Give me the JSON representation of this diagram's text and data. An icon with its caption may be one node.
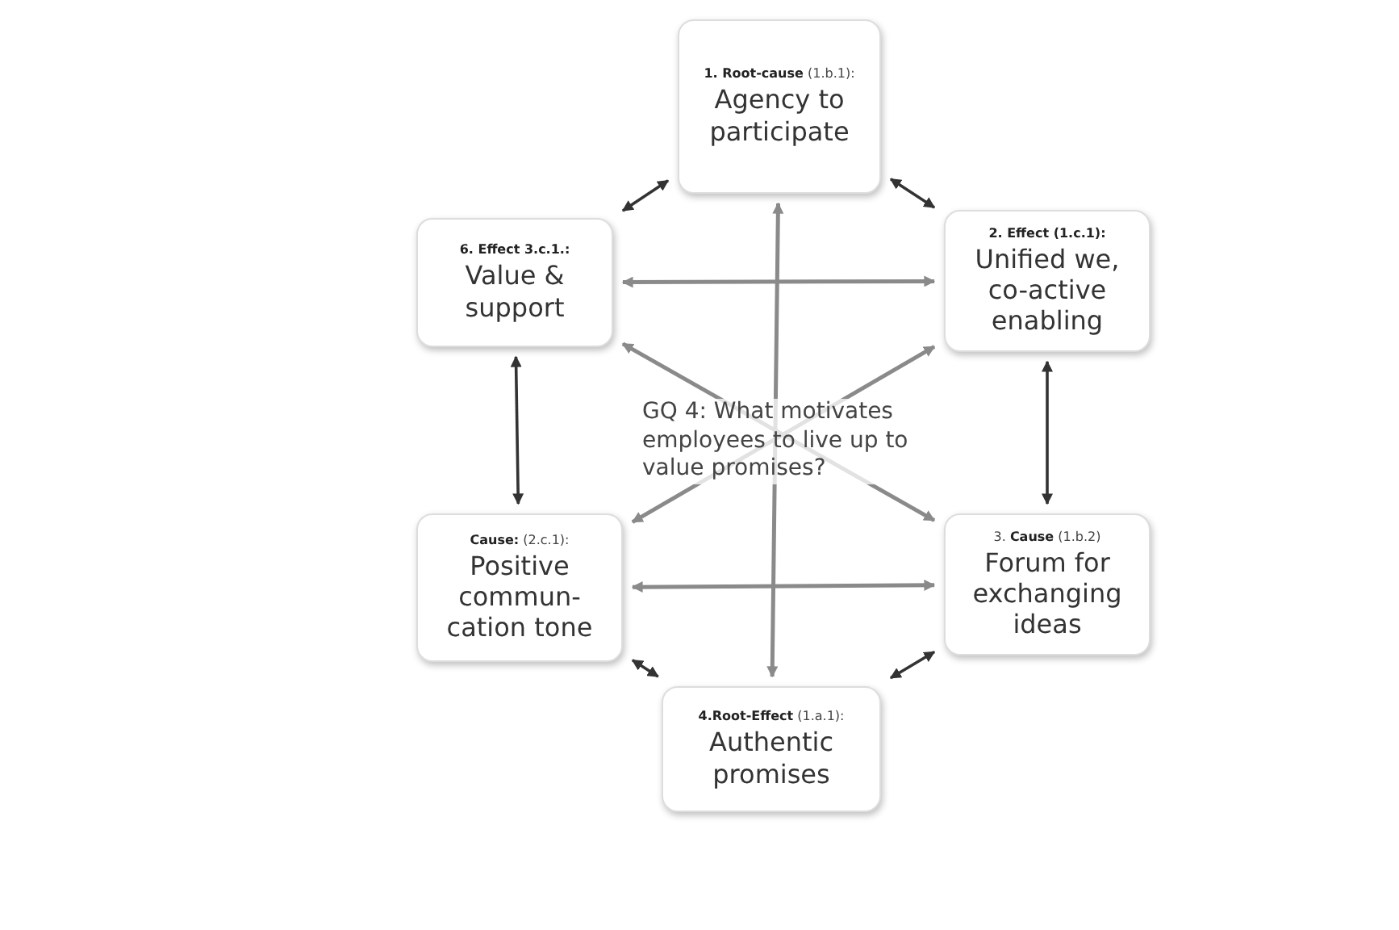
{
  "diagram": {
    "nodes": [
      {
        "text": [
          "**1. Root-cause** (1.b.1):",
          "Agency to participate"
        ]
      },
      {
        "text": [
          "**2. Effect (1.c.1):**",
          "Unified we, co-active enabling"
        ]
      },
      {
        "text": [
          "3. **Cause** (1.b.2)",
          "Forum for exchanging ideas"
        ]
      },
      {
        "text": [
          "**4.Root-Effect** (1.a.1):",
          "Authentic promises"
        ]
      },
      {
        "text": [
          "**Cause:** (2.c.1):",
          "Positive commun- cation tone"
        ]
      },
      {
        "text": [
          "**6. Effect 3.c.1.:**",
          "Value & support"
        ]
      }
    ],
    "edges": [
      {
        "from": 0,
        "to": 1,
        "arrow": "both"
      },
      {
        "from": 1,
        "to": 2,
        "arrow": "both"
      },
      {
        "from": 2,
        "to": 3,
        "arrow": "both"
      },
      {
        "from": 3,
        "to": 4,
        "arrow": "both"
      },
      {
        "from": 4,
        "to": 5,
        "arrow": "both"
      },
      {
        "from": 5,
        "to": 0,
        "arrow": "both"
      },
      {
        "from": 5,
        "to": 1,
        "arrow": "both",
        "color": "#8a8a8a"
      },
      {
        "from": 4,
        "to": 2,
        "arrow": "both",
        "color": "#8a8a8a"
      },
      {
        "from": 0,
        "to": 3,
        "arrow": "both",
        "color": "#8a8a8a"
      },
      {
        "from": 5,
        "to": 2,
        "arrow": "both",
        "color": "#8a8a8a"
      },
      {
        "from": 1,
        "to": 4,
        "arrow": "both",
        "color": "#8a8a8a"
      }
    ],
    "labels": [
      "GQ 4: What motivates employees to live up to value promises?"
    ]
  }
}
